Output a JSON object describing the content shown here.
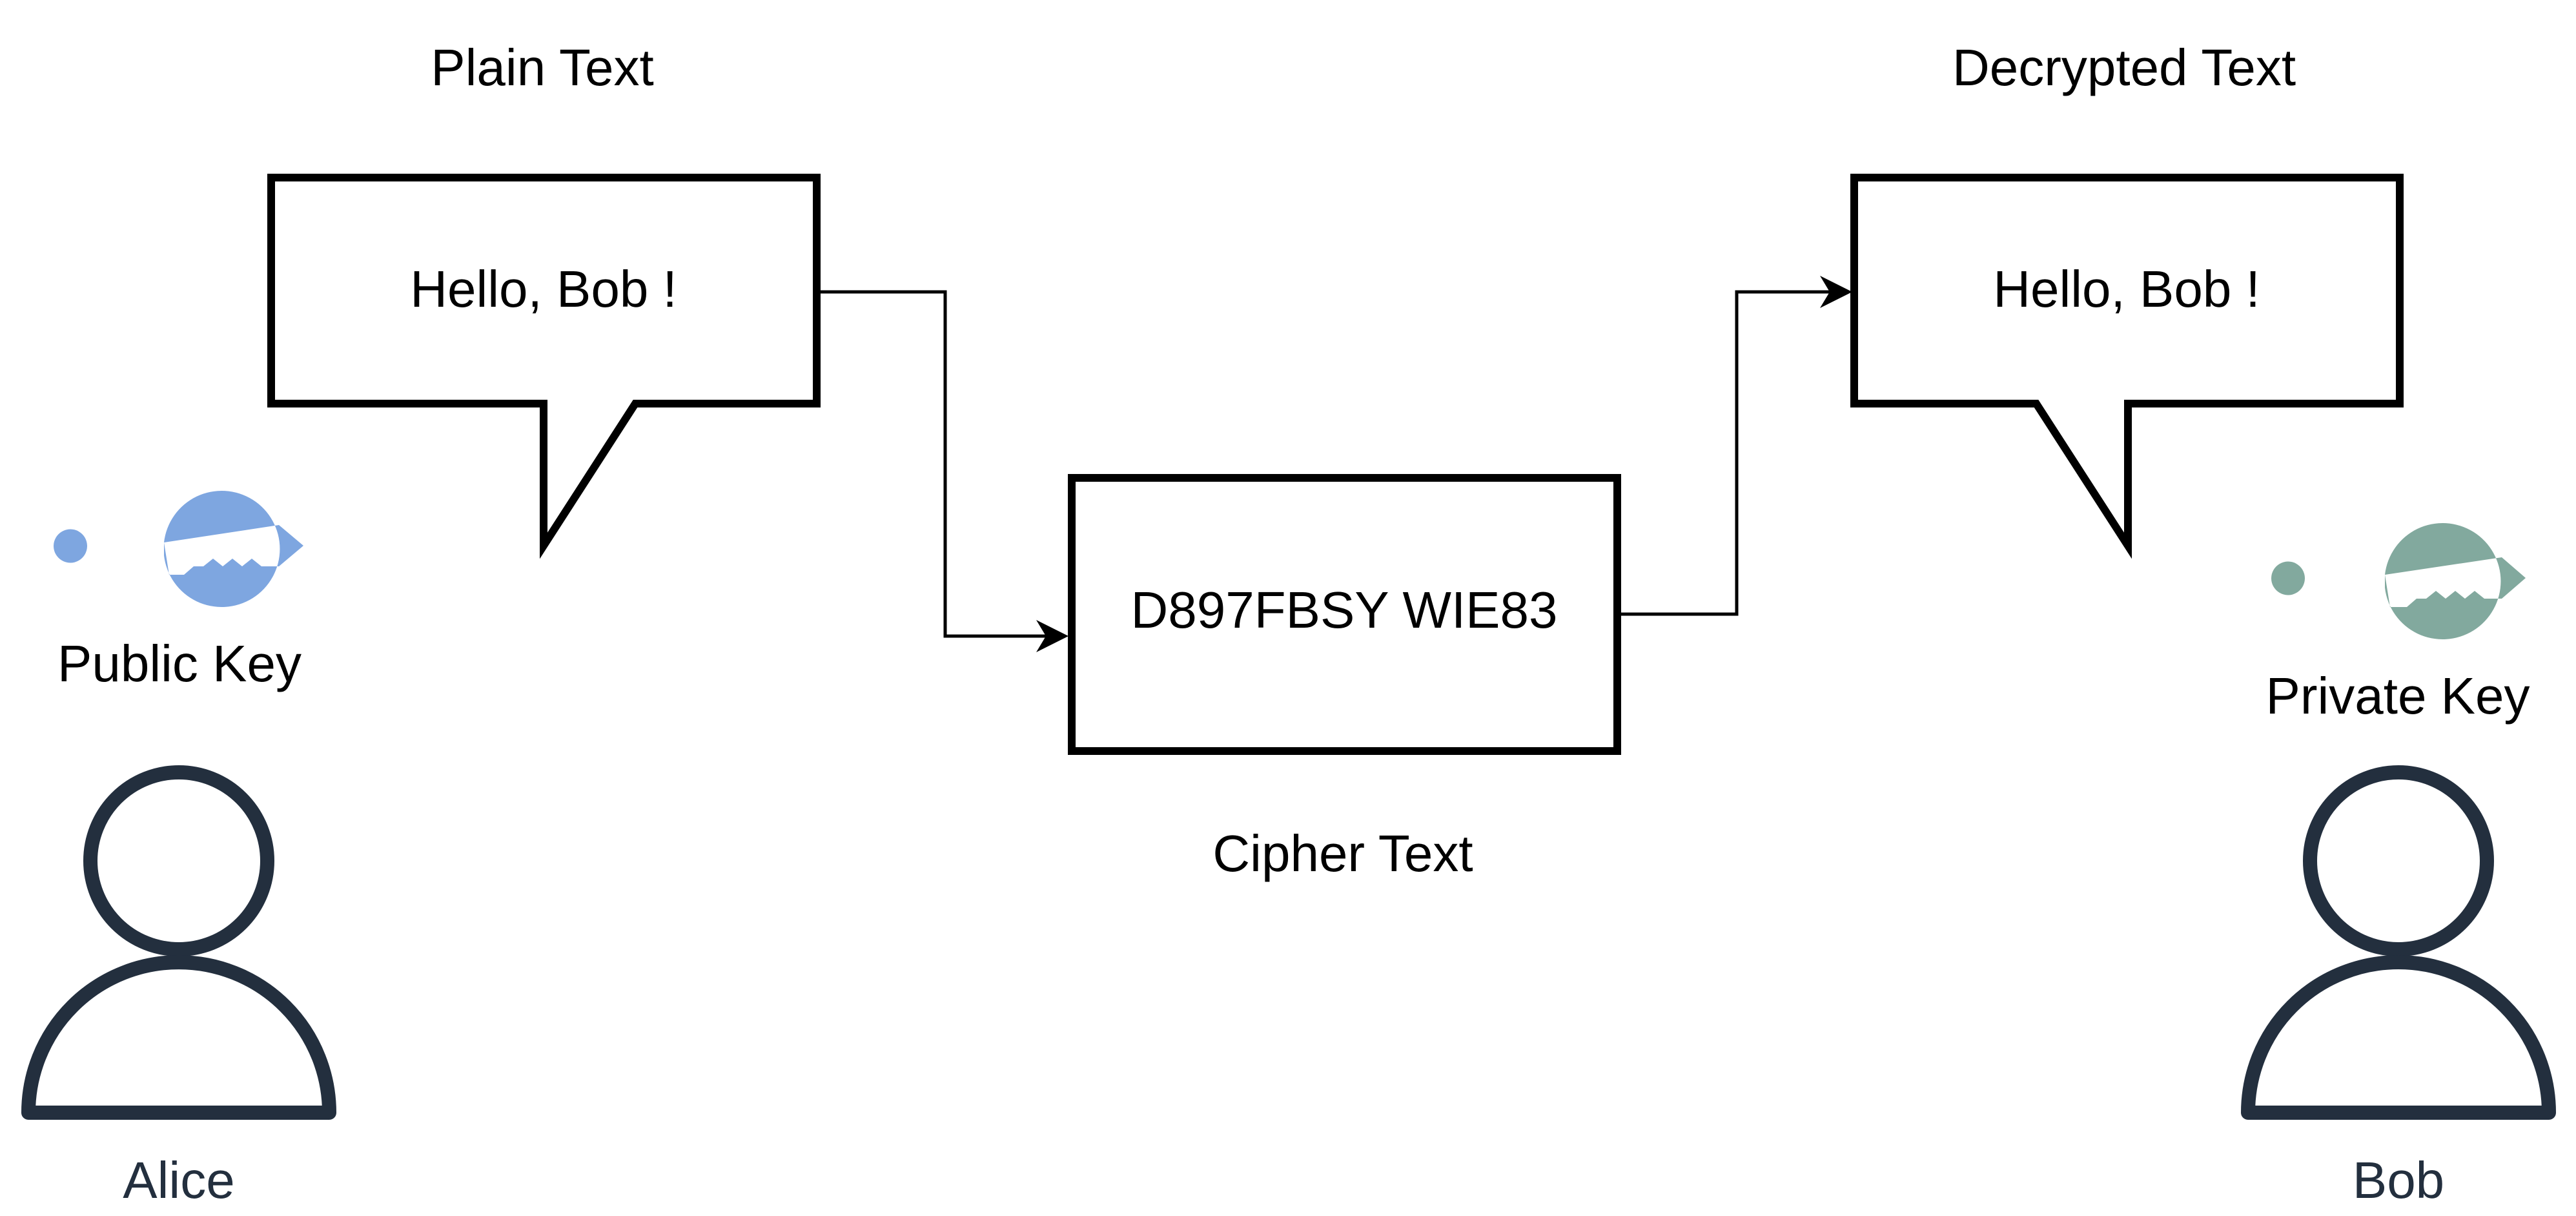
{
  "diagram": {
    "plain_text_label": "Plain Text",
    "plain_text_message": "Hello, Bob !",
    "cipher_text_label": "Cipher Text",
    "cipher_text_value": "D897FBSY WIE83",
    "decrypted_text_label": "Decrypted Text",
    "decrypted_text_message": "Hello, Bob !",
    "public_key_label": "Public Key",
    "private_key_label": "Private Key",
    "sender_name": "Alice",
    "receiver_name": "Bob"
  },
  "icons": {
    "public_key": "key-icon",
    "private_key": "key-icon",
    "sender": "user-icon",
    "receiver": "user-icon"
  },
  "colors": {
    "public_key": "#7EA6E0",
    "private_key": "#82A99E",
    "user_outline": "#232F3E",
    "person_label": "#232F3E",
    "stroke": "#000000"
  }
}
